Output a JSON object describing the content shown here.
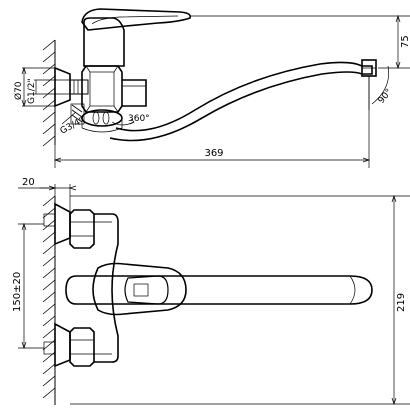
{
  "side_view": {
    "dim_length": "369",
    "dim_height": "75",
    "dim_diameter": "Ø70",
    "dim_thread": "G1/2\"",
    "dim_eccentric": "G3/4\"",
    "dim_rotation": "360°",
    "dim_spout_angle": "90°"
  },
  "front_view": {
    "dim_wall_offset": "20",
    "dim_center_distance": "150±20",
    "dim_height": "219"
  }
}
